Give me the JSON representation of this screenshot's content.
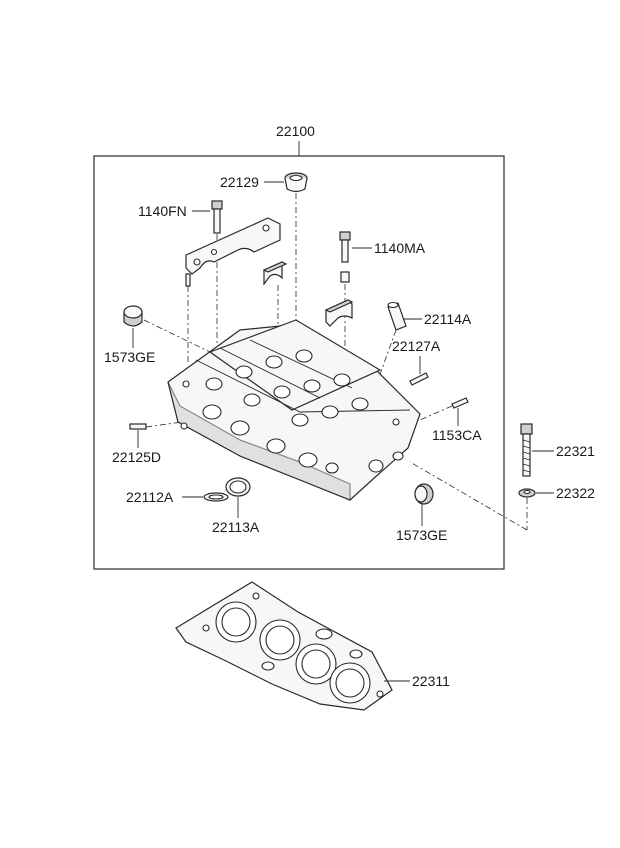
{
  "assembly_label": "22100",
  "labels": {
    "cap_22129": "22129",
    "bolt_1140FN": "1140FN",
    "bolt_1140MA": "1140MA",
    "guide_22114A": "22114A",
    "plug_1573GE_left": "1573GE",
    "stud_22127A": "22127A",
    "stud_1153CA": "1153CA",
    "stud_22125D": "22125D",
    "bolt_22321": "22321",
    "washer_22322": "22322",
    "seal_22112A": "22112A",
    "seal_22113A": "22113A",
    "plug_1573GE_right": "1573GE",
    "gasket_22311": "22311"
  }
}
